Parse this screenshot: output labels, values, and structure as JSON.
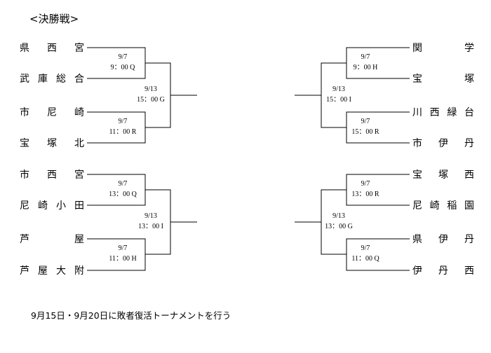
{
  "title": "<決勝戦>",
  "left": {
    "teams": [
      "県　西　宮",
      "武庫総合",
      "市　尼　崎",
      "宝　塚　北",
      "市　西　宮",
      "尼崎小田",
      "芦　　　屋",
      "芦屋大附"
    ],
    "matches": [
      {
        "date": "9/7",
        "time": "9：00",
        "court": "Q"
      },
      {
        "date": "9/7",
        "time": "11：00",
        "court": "R"
      },
      {
        "date": "9/7",
        "time": "13：00",
        "court": "Q"
      },
      {
        "date": "9/7",
        "time": "11：00",
        "court": "H"
      },
      {
        "date": "9/13",
        "time": "15：00",
        "court": "G"
      },
      {
        "date": "9/13",
        "time": "13：00",
        "court": "I"
      }
    ]
  },
  "right": {
    "teams": [
      "関　　　学",
      "宝　　　塚",
      "川西緑台",
      "市　伊　丹",
      "宝　塚　西",
      "尼崎稲園",
      "県　伊　丹",
      "伊　丹　西"
    ],
    "matches": [
      {
        "date": "9/7",
        "time": "9：00",
        "court": "H"
      },
      {
        "date": "9/7",
        "time": "15：00",
        "court": "R"
      },
      {
        "date": "9/7",
        "time": "13：00",
        "court": "R"
      },
      {
        "date": "9/7",
        "time": "11：00",
        "court": "Q"
      },
      {
        "date": "9/13",
        "time": "15：00",
        "court": "I"
      },
      {
        "date": "9/13",
        "time": "13：00",
        "court": "G"
      }
    ]
  },
  "footer": "9月15日・9月20日に敗者復活トーナメントを行う"
}
